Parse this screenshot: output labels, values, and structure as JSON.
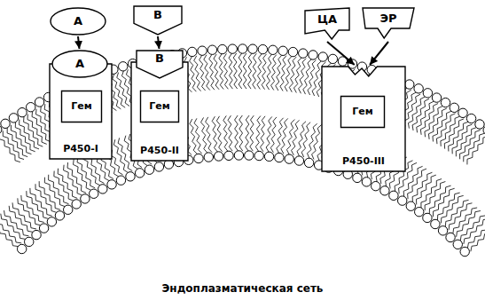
{
  "diagram": {
    "caption": "Эндоплазматическая сеть",
    "nodes": [
      {
        "text": [
          "А"
        ]
      },
      {
        "text": [
          "В"
        ]
      },
      {
        "text": [
          "ЦА"
        ]
      },
      {
        "text": [
          "ЭР"
        ]
      },
      {
        "text": [
          "P450-I"
        ]
      },
      {
        "text": [
          "А"
        ],
        "in": 4
      },
      {
        "text": [
          "Гем"
        ],
        "in": 4
      },
      {
        "text": [
          "P450-II"
        ]
      },
      {
        "text": [
          "В"
        ],
        "in": 7
      },
      {
        "text": [
          "Гем"
        ],
        "in": 7
      },
      {
        "text": [
          "P450-III"
        ]
      },
      {
        "text": [
          "Гем"
        ],
        "in": 10
      }
    ],
    "edges": [
      {
        "from": 0,
        "to": 5,
        "arrow": "to"
      },
      {
        "from": 1,
        "to": 8,
        "arrow": "to"
      },
      {
        "from": 2,
        "to": 10,
        "arrow": "to"
      },
      {
        "from": 3,
        "to": 10,
        "arrow": "to"
      }
    ]
  }
}
